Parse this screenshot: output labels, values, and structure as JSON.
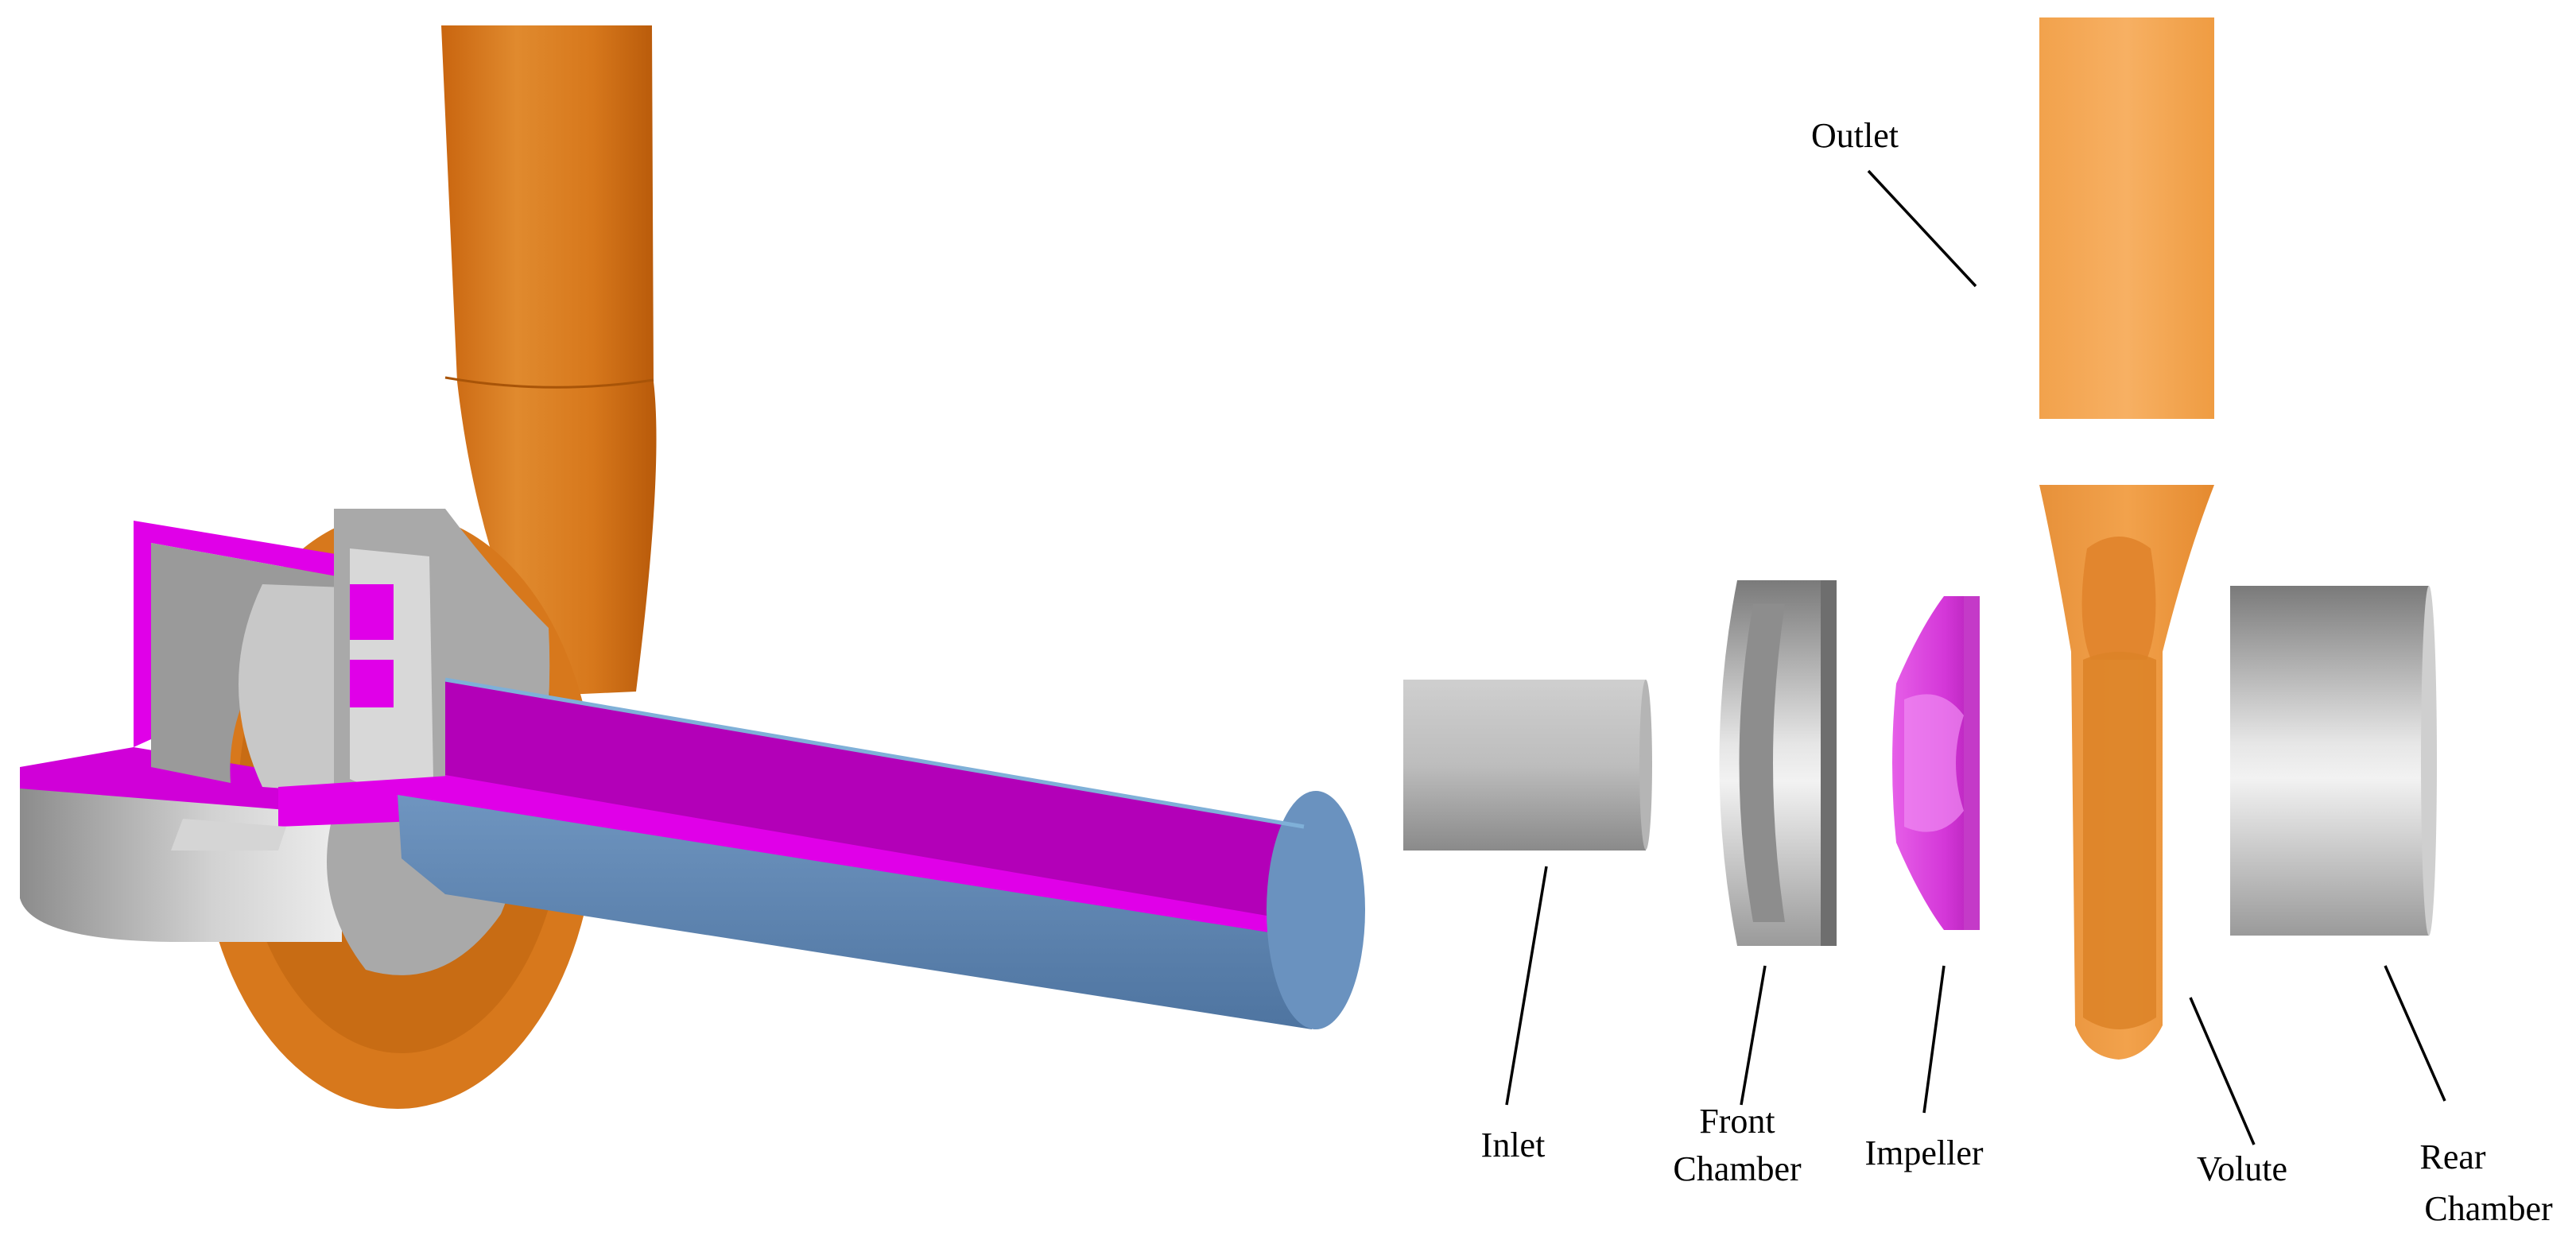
{
  "labels": {
    "outlet": "Outlet",
    "inlet": "Inlet",
    "front_chamber_line1": "Front",
    "front_chamber_line2": "Chamber",
    "impeller": "Impeller",
    "volute": "Volute",
    "rear_chamber_line1": "Rear",
    "rear_chamber_line2": "Chamber"
  },
  "colors": {
    "orange": "#d7781c",
    "orange_light": "#f0a04a",
    "magenta": "#e000e8",
    "magenta_dark": "#b000b8",
    "gray": "#8e8e8e",
    "gray_light": "#d6d6d6",
    "steel_blue": "#5f86b2"
  }
}
